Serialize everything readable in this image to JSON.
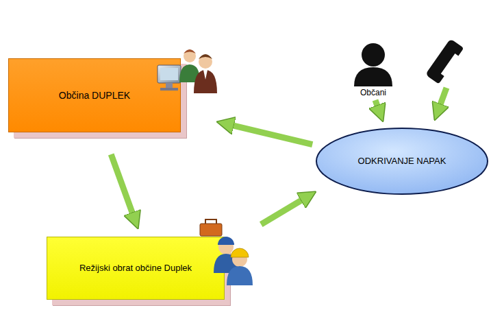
{
  "diagram": {
    "nodes": [
      {
        "text": [
          "Občina DUPLEK"
        ]
      },
      {
        "text": [
          "Režijski obrat občine Duplek"
        ]
      },
      {
        "text": [
          "ODKRIVANJE NAPAK"
        ]
      }
    ],
    "edges": [
      {
        "from": 2,
        "to": 0,
        "arrow": "to"
      },
      {
        "from": 0,
        "to": 1,
        "arrow": "to"
      },
      {
        "from": 1,
        "to": 2,
        "arrow": "to"
      }
    ],
    "labels": [
      "Občani"
    ]
  }
}
